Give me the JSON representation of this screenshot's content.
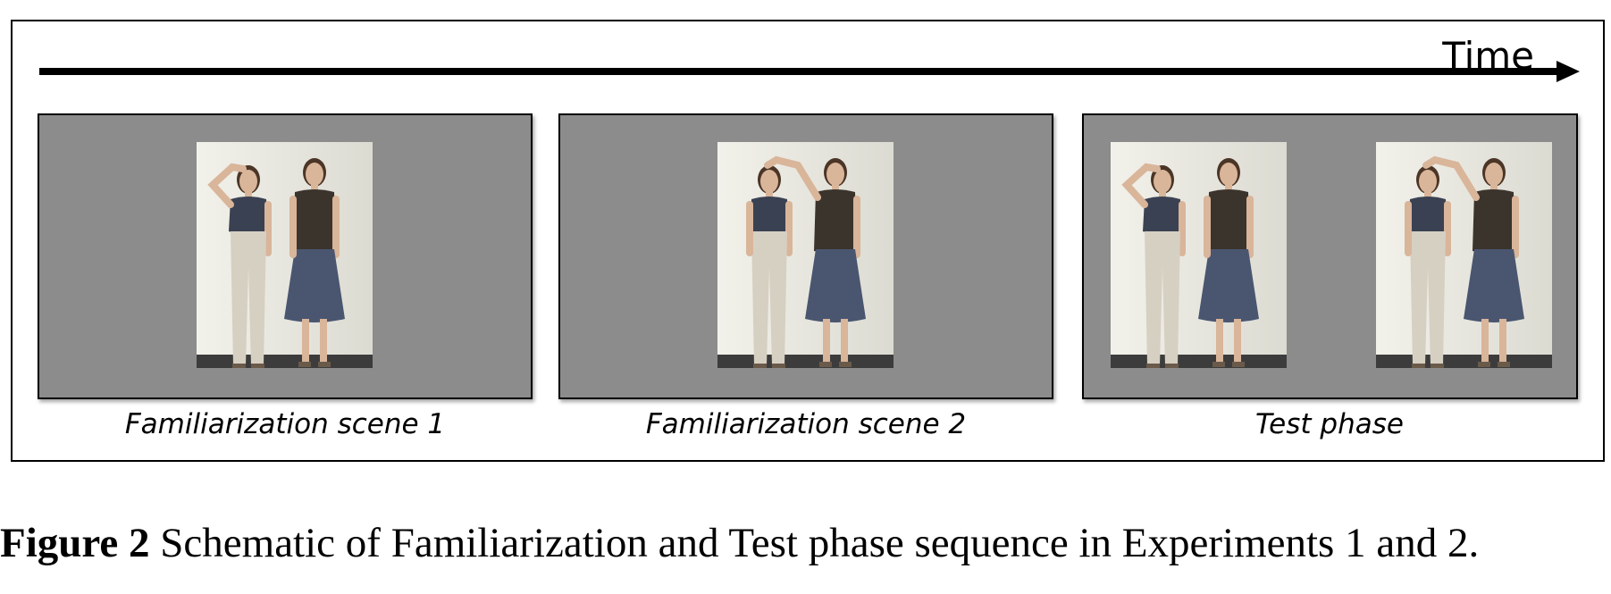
{
  "time_label": "Time",
  "scenes": [
    {
      "caption": "Familiarization scene 1",
      "image": "two-women-standing-left-hand-on-head"
    },
    {
      "caption": "Familiarization scene 2",
      "image": "two-women-standing-right-hand-on-other-head"
    },
    {
      "caption": "Test phase",
      "images": [
        "two-women-standing-left-hand-on-head",
        "two-women-standing-right-hand-on-other-head"
      ]
    }
  ],
  "figure": {
    "label": "Figure 2",
    "caption": " Schematic of Familiarization and Test phase sequence in Experiments 1 and 2."
  },
  "colors": {
    "panel_background": "#8c8c8c",
    "wall": "#ecebe4",
    "top_a": "#3a4152",
    "top_b": "#3b342c",
    "trousers": "#d6d0c2",
    "skirt": "#4a5670"
  }
}
